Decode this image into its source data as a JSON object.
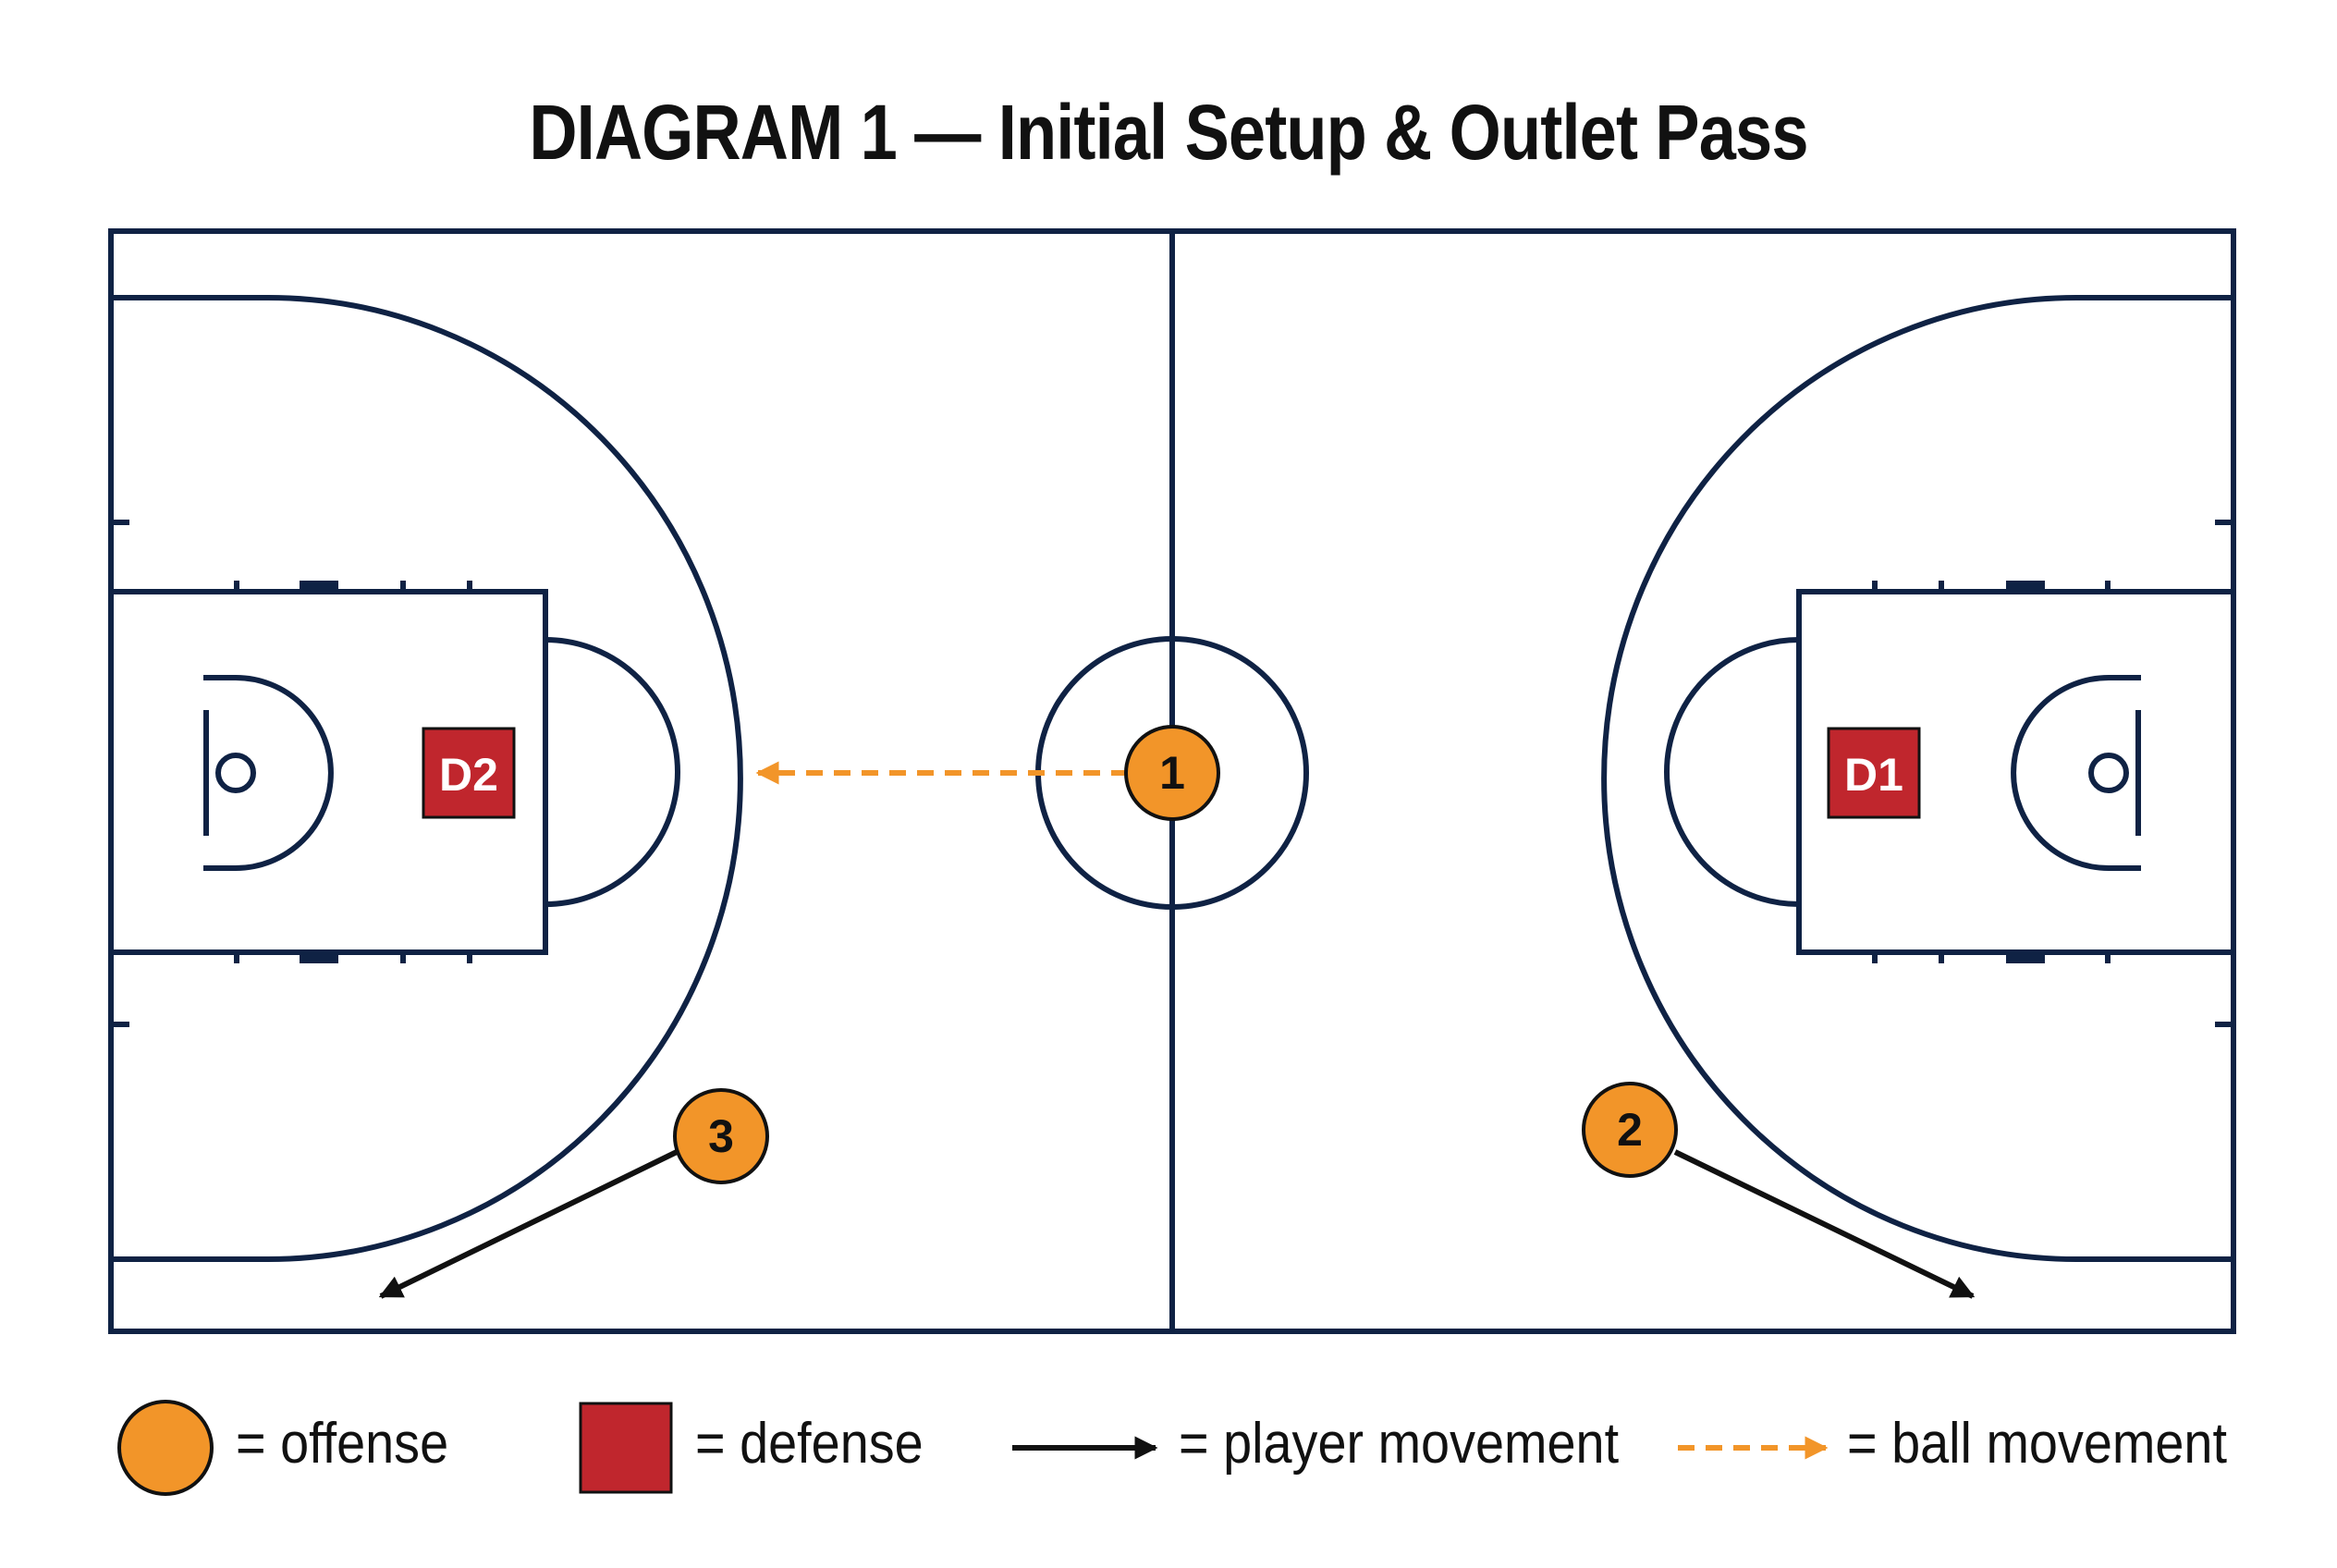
{
  "title": "DIAGRAM 1 — Initial Setup & Outlet Pass",
  "colors": {
    "court_lines": "#0f2244",
    "offense": "#f29529",
    "defense": "#c0262d",
    "player_movement": "#111111",
    "ball_movement": "#f29529"
  },
  "players": {
    "offense": [
      {
        "label": "1"
      },
      {
        "label": "2"
      },
      {
        "label": "3"
      }
    ],
    "defense": [
      {
        "label": "D1"
      },
      {
        "label": "D2"
      }
    ]
  },
  "legend": {
    "offense": "= offense",
    "defense": "= defense",
    "player_movement": "= player movement",
    "ball_movement": "= ball movement"
  }
}
